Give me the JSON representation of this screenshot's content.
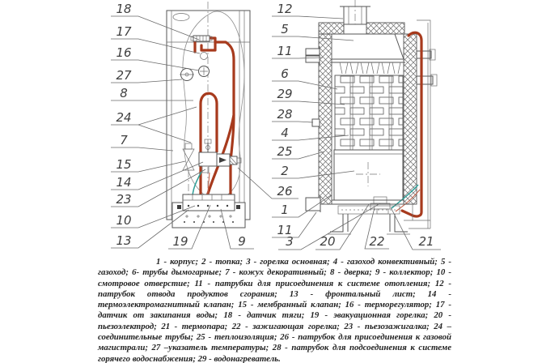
{
  "figure": {
    "callouts": {
      "left": [
        "18",
        "17",
        "16",
        "27",
        "8",
        "24",
        "7",
        "15",
        "14",
        "23",
        "10",
        "13"
      ],
      "bottom_left": [
        "19",
        "9"
      ],
      "middle": [
        "12",
        "5",
        "11",
        "6",
        "29",
        "28",
        "4",
        "25",
        "2",
        "26",
        "1",
        "11"
      ],
      "bottom_right": [
        "3",
        "20",
        "22",
        "21"
      ]
    },
    "colors": {
      "pipe-red": "#a73a1d",
      "capillary-teal": "#2f9e97",
      "thin-red": "#c2654d",
      "drawing-line": "#565656"
    }
  },
  "legend": {
    "text": "1 - корпус; 2 - топка; 3 - горелка основная; 4 - газоход конвективный; 5 - газоход; 6- трубы дымогарные; 7 - кожух декоративный; 8 - дверка; 9 - коллектор; 10 - смотровое отверстие; 11 - патрубки для присоединения к системе отопления; 12 - патрубок отвода продуктов сгорания; 13 - фронтальный лист; 14 - термоэлектромагнитный клапан; 15 - мембранный клапан; 16 - терморегулятор; 17 - датчик от закипания воды; 18 - датчик тяги; 19 - эвакуационная горелка; 20 - пьезоэлектрод; 21 - термопара; 22 - зажигающая горелка; 23 - пьезозажигалка; 24 – соединительные трубы; 25 - теплоизоляция; 26 - патрубок для присоединения к газовой магистрали; 27 –указатель температуры; 28 - патрубок для подсоединения к системе горячего водоснабжения; 29 - водонагреватель."
  }
}
